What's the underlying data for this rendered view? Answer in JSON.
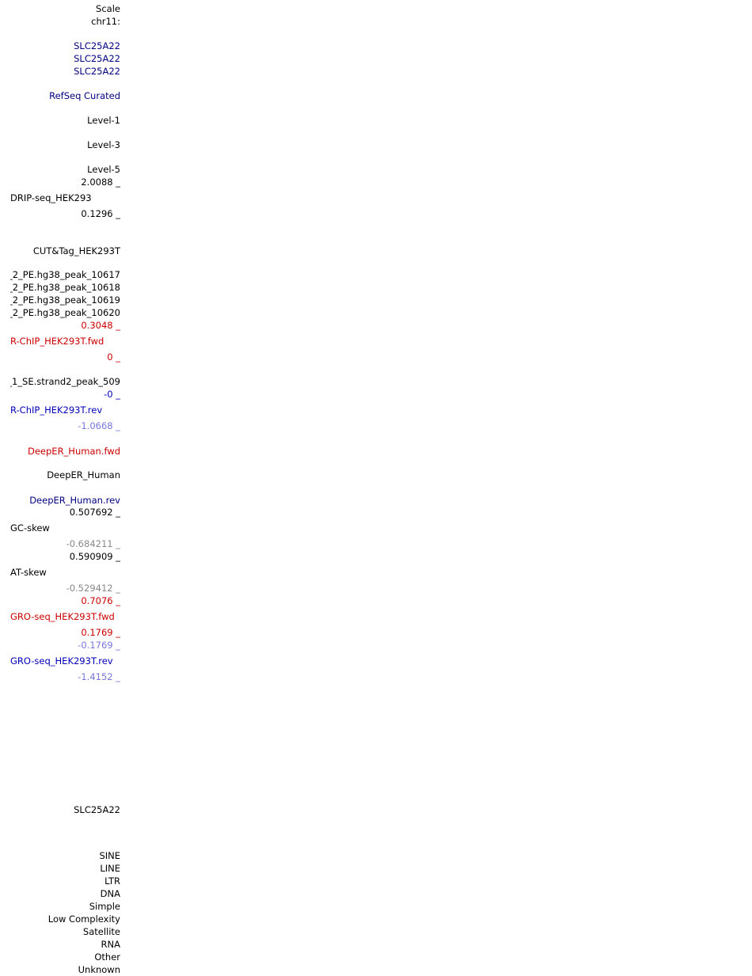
{
  "scale": {
    "label": "Scale",
    "chrom": "chr11:"
  },
  "genes": [
    "SLC25A22",
    "SLC25A22",
    "SLC25A22"
  ],
  "refseq": "RefSeq Curated",
  "levels": [
    "Level-1",
    "Level-3",
    "Level-5"
  ],
  "drip": {
    "max": "2.0088 _",
    "name": "DRIP-seq_HEK293",
    "min": "0.1296 _"
  },
  "cuttag": "CUT&Tag_HEK293T",
  "peaks": [
    "_2_PE.hg38_peak_10617",
    "_2_PE.hg38_peak_10618",
    "_2_PE.hg38_peak_10619",
    "_2_PE.hg38_peak_10620"
  ],
  "rchip_fwd": {
    "max": "0.3048 _",
    "name": "R-ChIP_HEK293T.fwd",
    "min": "0 _"
  },
  "se_peak": "_1_SE.strand2_peak_509",
  "rchip_rev": {
    "max": "-0 _",
    "name": "R-ChIP_HEK293T.rev",
    "min": "-1.0668 _"
  },
  "deeper": {
    "fwd": "DeepER_Human.fwd",
    "name": "DeepER_Human",
    "rev": "DeepER_Human.rev"
  },
  "gc_skew": {
    "max": "0.507692 _",
    "name": "GC-skew",
    "min": "-0.684211 _"
  },
  "at_skew": {
    "max": "0.590909 _",
    "name": "AT-skew",
    "min": "-0.529412 _"
  },
  "gro_fwd": {
    "max": "0.7076 _",
    "name": "GRO-seq_HEK293T.fwd",
    "min": "0.1769 _"
  },
  "gro_rev": {
    "max": "-0.1769 _",
    "name": "GRO-seq_HEK293T.rev",
    "min": "-1.4152 _"
  },
  "gene_bottom": "SLC25A22",
  "repeat_classes": [
    "SINE",
    "LINE",
    "LTR",
    "DNA",
    "Simple",
    "Low Complexity",
    "Satellite",
    "RNA",
    "Other",
    "Unknown"
  ],
  "colors": {
    "black": "#000000",
    "navy": "#000080",
    "red": "#cc0000",
    "blue": "#0000bb",
    "light_blue": "#7777dd",
    "gray": "#888888"
  }
}
